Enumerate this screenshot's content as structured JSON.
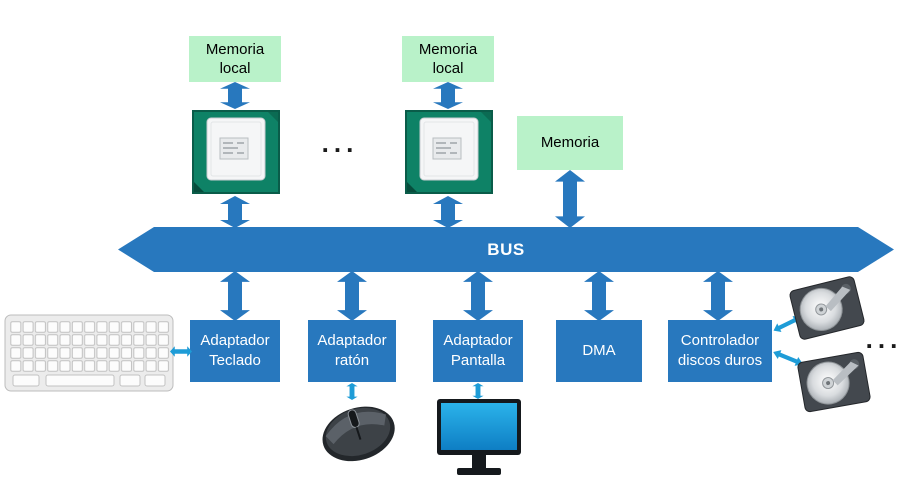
{
  "colors": {
    "blue": "#2878be",
    "green": "#b9f2c9",
    "cyan": "#1e9cd7",
    "text-dark": "#000000",
    "text-light": "#ffffff"
  },
  "nodes": {
    "memoria_local_1": "Memoria\nlocal",
    "memoria_local_2": "Memoria\nlocal",
    "memoria": "Memoria",
    "bus": "BUS",
    "adaptador_teclado": "Adaptador\nTeclado",
    "adaptador_raton": "Adaptador\nratón",
    "adaptador_pantalla": "Adaptador\nPantalla",
    "dma": "DMA",
    "controlador_discos": "Controlador\ndiscos duros",
    "dots_cpu": "...",
    "dots_discos": "..."
  },
  "icons": {
    "cpu_1": "cpu-chip-icon",
    "cpu_2": "cpu-chip-icon",
    "keyboard": "keyboard-icon",
    "mouse": "mouse-icon",
    "monitor": "monitor-icon",
    "disk_1": "hard-disk-icon",
    "disk_2": "hard-disk-icon"
  }
}
